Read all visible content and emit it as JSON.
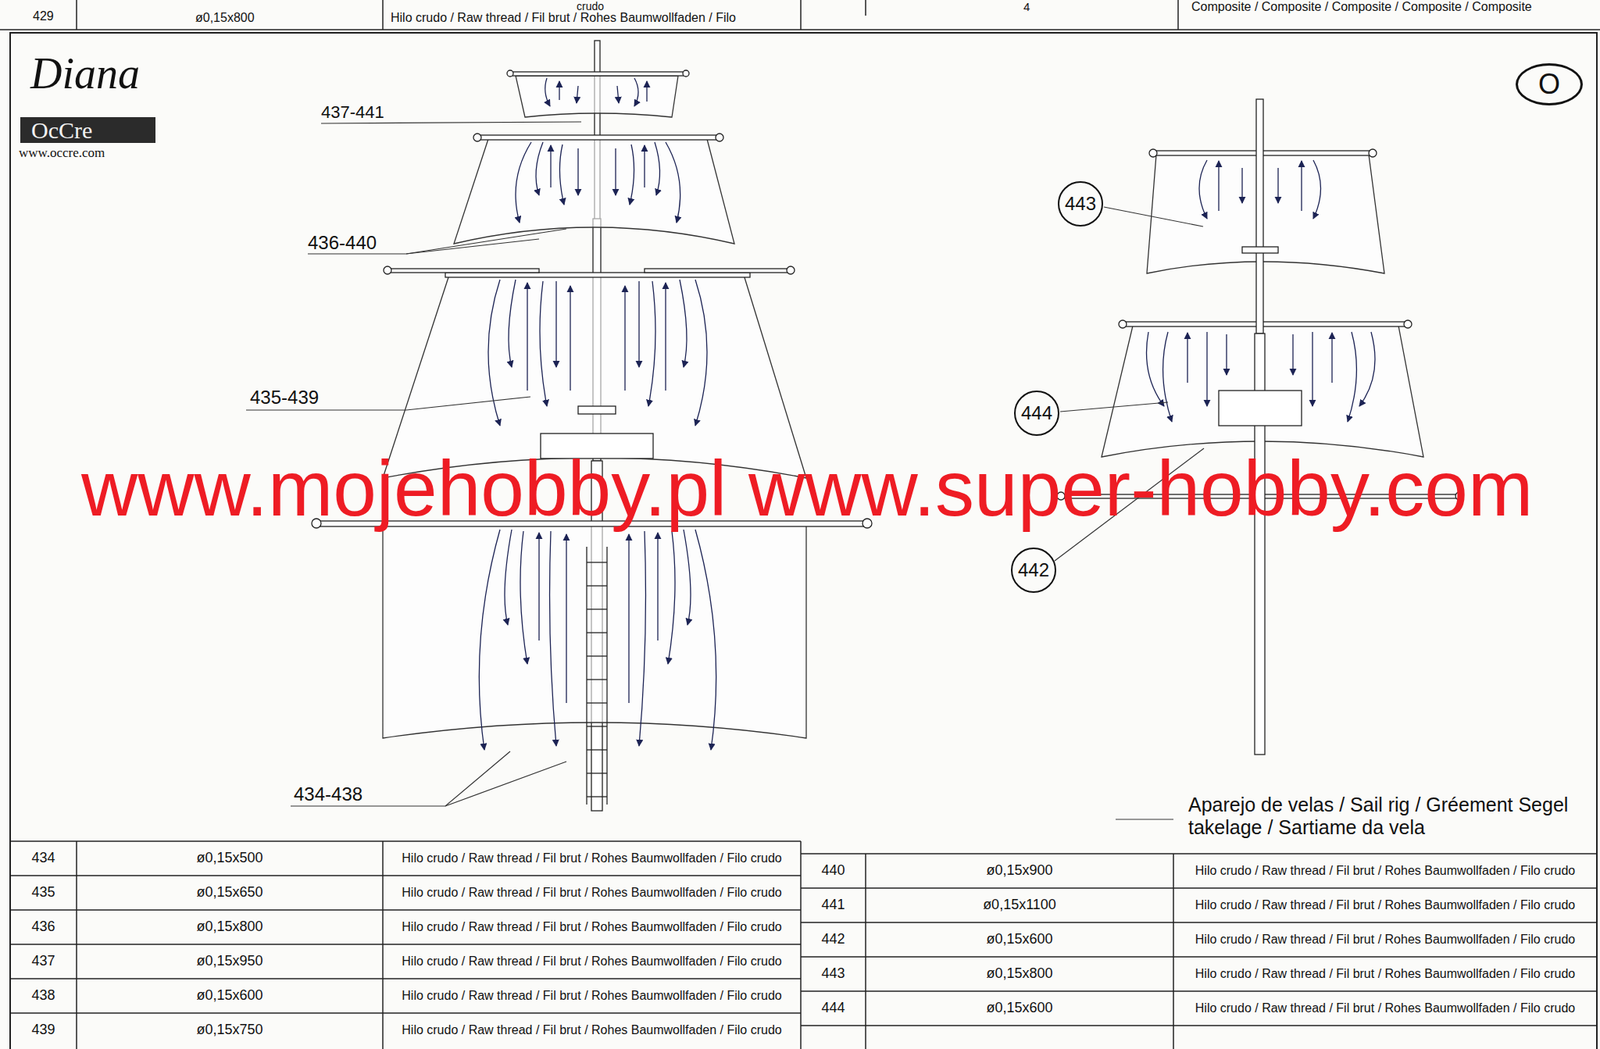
{
  "diagram": {
    "title": "Diana",
    "nodes": [
      {
        "text": [
          "O"
        ]
      },
      {
        "text": [
          "443"
        ]
      },
      {
        "text": [
          "444"
        ]
      },
      {
        "text": [
          "442"
        ]
      }
    ],
    "labels": [
      "429",
      "ø0,15x800",
      "crudo",
      "Hilo crudo / Raw thread / Fil brut / Rohes Baumwollfaden / Filo",
      "4",
      "Composite / Composite / Composite / Composite / Composite",
      "OcCre",
      "www.occre.com",
      "437-441",
      "436-440",
      "435-439",
      "434-438",
      "www.mojehobby.pl www.super-hobby.com",
      "434",
      "ø0,15x500",
      "Hilo crudo / Raw thread / Fil brut / Rohes Baumwollfaden / Filo crudo",
      "435",
      "ø0,15x650",
      "Hilo crudo / Raw thread / Fil brut / Rohes Baumwollfaden / Filo crudo",
      "436",
      "ø0,15x800",
      "Hilo crudo / Raw thread / Fil brut / Rohes Baumwollfaden / Filo crudo",
      "437",
      "ø0,15x950",
      "Hilo crudo / Raw thread / Fil brut / Rohes Baumwollfaden / Filo crudo",
      "438",
      "ø0,15x600",
      "Hilo crudo / Raw thread / Fil brut / Rohes Baumwollfaden / Filo crudo",
      "439",
      "ø0,15x750",
      "Hilo crudo / Raw thread / Fil brut / Rohes Baumwollfaden / Filo crudo",
      "440",
      "ø0,15x900",
      "Hilo crudo / Raw thread / Fil brut / Rohes Baumwollfaden / Filo crudo",
      "441",
      "ø0,15x1100",
      "Hilo crudo / Raw thread / Fil brut / Rohes Baumwollfaden / Filo crudo",
      "442",
      "ø0,15x600",
      "Hilo crudo / Raw thread / Fil brut / Rohes Baumwollfaden / Filo crudo",
      "443",
      "ø0,15x800",
      "Hilo crudo / Raw thread / Fil brut / Rohes Baumwollfaden / Filo crudo",
      "444",
      "ø0,15x600",
      "Hilo crudo / Raw thread / Fil brut / Rohes Baumwollfaden / Filo crudo"
    ],
    "legend": [
      {
        "text": "Aparejo de velas / Sail rig / Gréement Segel takelage / Sartiame da vela"
      }
    ]
  }
}
